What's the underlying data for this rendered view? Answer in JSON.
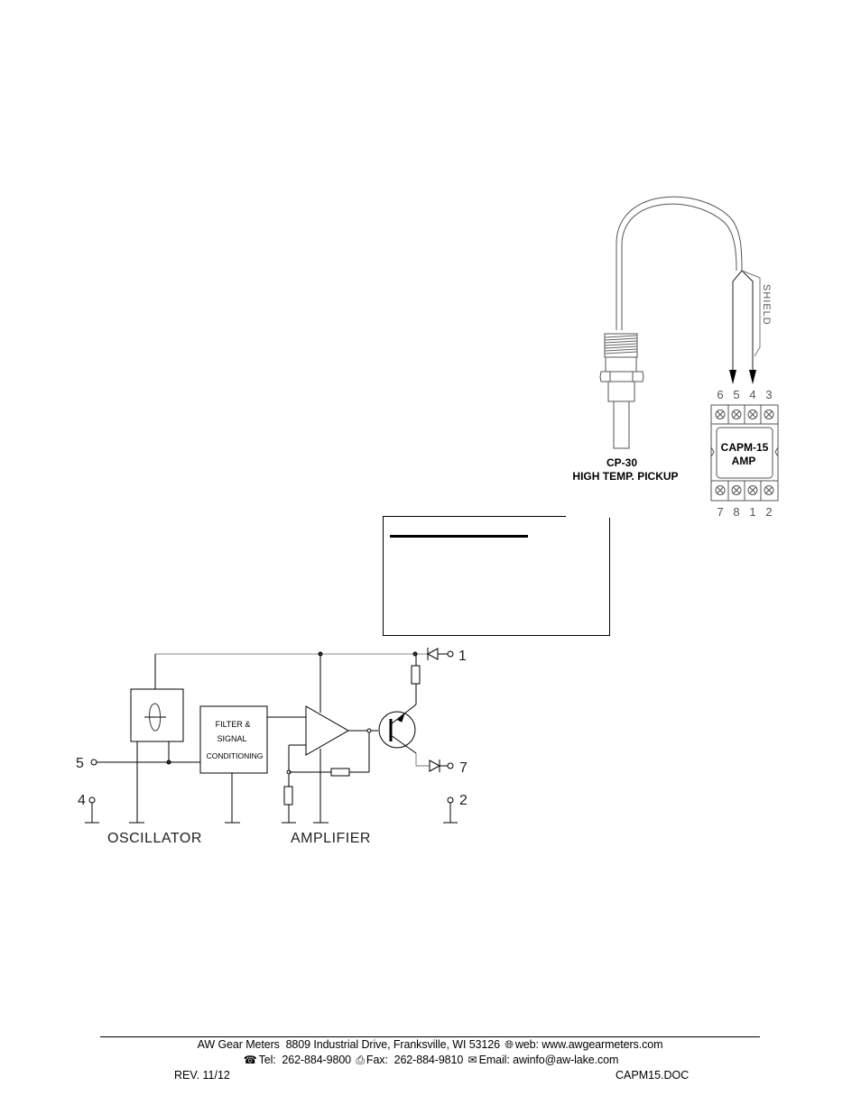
{
  "pickup_diagram": {
    "pickup_label_line1": "CP-30",
    "pickup_label_line2": "HIGH TEMP. PICKUP",
    "shield_label": "SHIELD",
    "amp_label_line1": "CAPM-15",
    "amp_label_line2": "AMP",
    "top_terminals": [
      "6",
      "5",
      "4",
      "3"
    ],
    "bottom_terminals": [
      "7",
      "8",
      "1",
      "2"
    ]
  },
  "notice_box": {
    "heading": "",
    "body": ""
  },
  "schematic": {
    "filter_label_line1": "FILTER &",
    "filter_label_line2": "SIGNAL",
    "filter_label_line3": "CONDITIONING",
    "oscillator_label": "OSCILLATOR",
    "amplifier_label": "AMPLIFIER",
    "pins": {
      "pin1": "1",
      "pin2": "2",
      "pin4": "4",
      "pin5": "5",
      "pin7": "7"
    }
  },
  "footer": {
    "company": "AW Gear Meters",
    "address": "8809 Industrial Drive, Franksville, WI 53126",
    "web_label": "web:",
    "web": "www.awgearmeters.com",
    "tel_label": "Tel:",
    "tel": "262-884-9800",
    "fax_label": "Fax:",
    "fax": "262-884-9810",
    "email_label": "Email:",
    "email": "awinfo@aw-lake.com",
    "revision": "REV. 11/12",
    "doc_name": "CAPM15.DOC"
  },
  "icons": {
    "globe": "globe-icon",
    "phone": "telephone-icon",
    "fax": "fax-icon",
    "email": "email-icon"
  }
}
